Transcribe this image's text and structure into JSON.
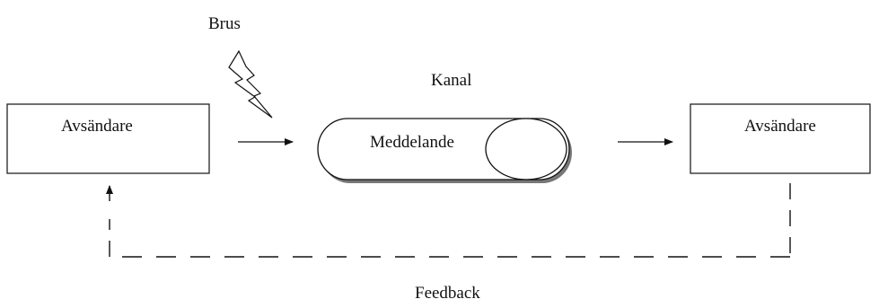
{
  "diagram": {
    "noise_label": "Brus",
    "channel_label": "Kanal",
    "sender_label": "Avsändare",
    "receiver_label": "Avsändare",
    "message_label": "Meddelande",
    "feedback_label": "Feedback",
    "noise_icon": "lightning-bolt-icon"
  }
}
